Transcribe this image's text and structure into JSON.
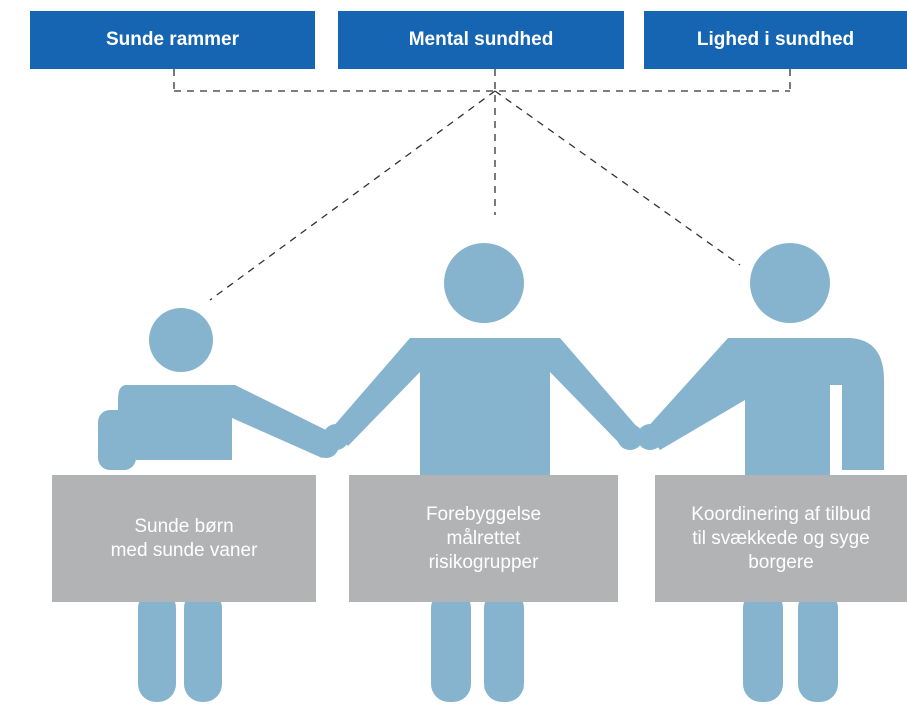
{
  "top_boxes": [
    {
      "label": "Sunde rammer"
    },
    {
      "label": "Mental sundhed"
    },
    {
      "label": "Lighed i sundhed"
    }
  ],
  "signs": [
    {
      "text": "Sunde børn\nmed sunde vaner"
    },
    {
      "text": "Forebyggelse\nmålrettet\nrisikogrupper"
    },
    {
      "text": "Koordinering af tilbud\ntil svækkede og syge\nborgere"
    }
  ],
  "colors": {
    "box_blue": "#1565b3",
    "figure_blue": "#86b4ce",
    "sign_gray": "#b1b3b5",
    "dash_line": "#333333"
  },
  "icons": [
    "person-child-icon",
    "person-adult-icon",
    "person-adult-icon"
  ]
}
